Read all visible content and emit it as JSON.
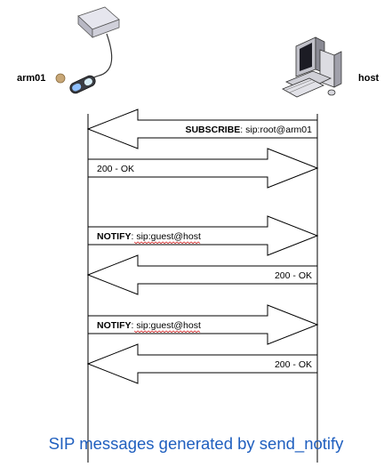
{
  "nodes": {
    "left": {
      "label": "arm01"
    },
    "right": {
      "label": "host"
    }
  },
  "messages": [
    {
      "direction": "left",
      "keyword": "SUBSCRIBE",
      "text": ": sip:root@arm01"
    },
    {
      "direction": "right",
      "keyword": "",
      "text": "200 - OK"
    },
    {
      "direction": "right",
      "keyword": "NOTIFY",
      "text": ": sip:guest@host"
    },
    {
      "direction": "left",
      "keyword": "",
      "text": "200 - OK"
    },
    {
      "direction": "right",
      "keyword": "NOTIFY",
      "text": ": sip:guest@host"
    },
    {
      "direction": "left",
      "keyword": "",
      "text": "200 - OK"
    }
  ],
  "caption": "SIP messages generated by send_notify"
}
